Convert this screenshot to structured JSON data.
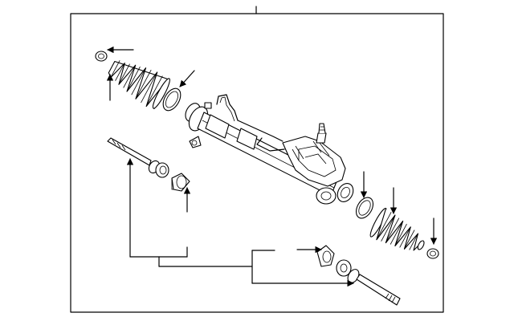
{
  "diagram": {
    "background": "#ffffff",
    "line_color": "#000000",
    "callout_count": 8,
    "parts": [
      {
        "name": "boot-clamp-small-left"
      },
      {
        "name": "boot-left"
      },
      {
        "name": "boot-clamp-large-left"
      },
      {
        "name": "steering-rack-assembly"
      },
      {
        "name": "inner-tie-rod-left"
      },
      {
        "name": "bushing-left"
      },
      {
        "name": "bushing-right"
      },
      {
        "name": "inner-tie-rod-right"
      },
      {
        "name": "boot-clamp-large-right"
      },
      {
        "name": "boot-right"
      },
      {
        "name": "boot-clamp-small-right"
      }
    ]
  }
}
